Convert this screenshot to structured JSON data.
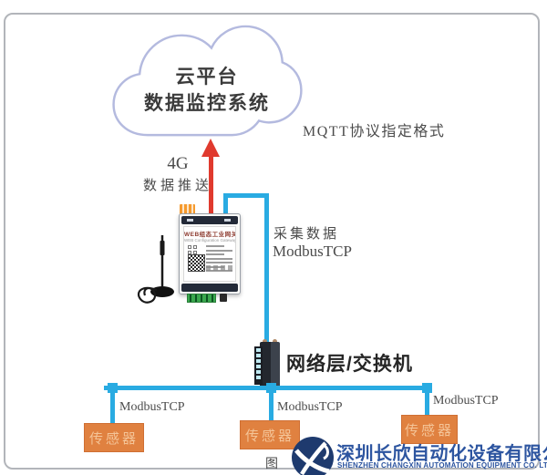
{
  "cloud": {
    "title_line1": "云平台",
    "title_line2": "数据监控系统"
  },
  "annotations": {
    "mqtt_protocol": "MQTT协议指定格式",
    "uplink_line1": "4G",
    "uplink_line2": "数据推送",
    "collect_line1": "采集数据",
    "collect_line2": "ModbusTCP",
    "network_switch": "网络层/交换机",
    "figure_caption": "图"
  },
  "gateway": {
    "label_title": "WEB组态工业网关",
    "label_subtitle": "WEB Configuration Gateway"
  },
  "sensors": [
    {
      "label": "传感器",
      "protocol": "ModbusTCP"
    },
    {
      "label": "传感器",
      "protocol": "ModbusTCP"
    },
    {
      "label": "传感器",
      "protocol": "ModbusTCP"
    }
  ],
  "company": {
    "name_cn": "深圳长欣自动化设备有限公司",
    "name_en": "SHENZHEN CHANGXIN AUTOMATION EQUIPMENT CO. LTD"
  },
  "colors": {
    "line_cyan": "#29abe2",
    "arrow_red": "#e03a2e",
    "sensor_orange": "#e08140",
    "sensor_text": "#f4c497",
    "logo_navy": "#1e3a6e",
    "logo_text_blue": "#2d55a0",
    "cloud_border": "#b4badf"
  }
}
